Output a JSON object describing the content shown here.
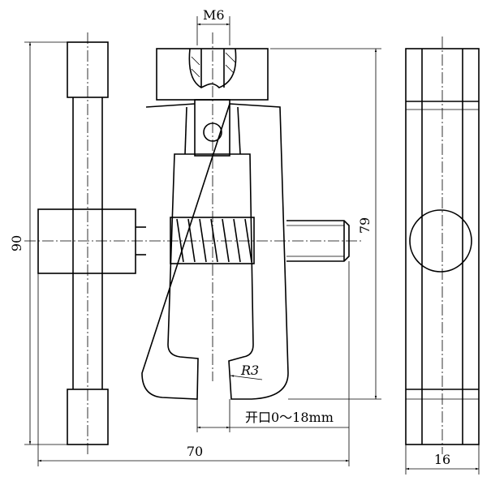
{
  "drawing": {
    "dimensions": {
      "thread": "M6",
      "total_height": "90",
      "jaw_height": "79",
      "total_width": "70",
      "side_width": "16",
      "radius": "R3",
      "opening": "开口0～18mm"
    }
  }
}
